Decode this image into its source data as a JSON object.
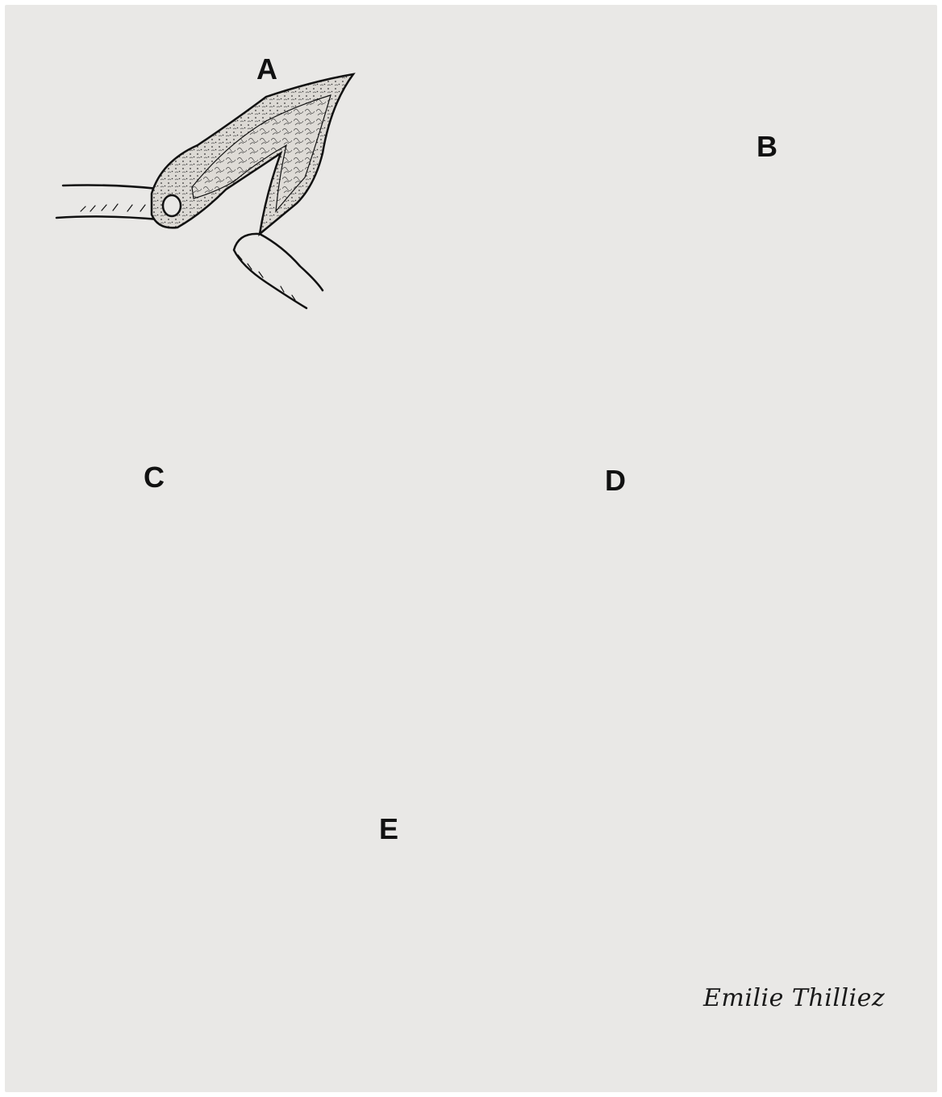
{
  "figure": {
    "panels": [
      {
        "label": "A"
      },
      {
        "label": "B"
      },
      {
        "label": "C"
      },
      {
        "label": "D"
      },
      {
        "label": "E"
      }
    ],
    "signature": "Emilie Thilliez"
  },
  "colors": {
    "paper": "#e9e8e6",
    "ink": "#111111",
    "tissue_fill": "#d9d6d1",
    "instrument_fill": "#7a7a7a"
  }
}
